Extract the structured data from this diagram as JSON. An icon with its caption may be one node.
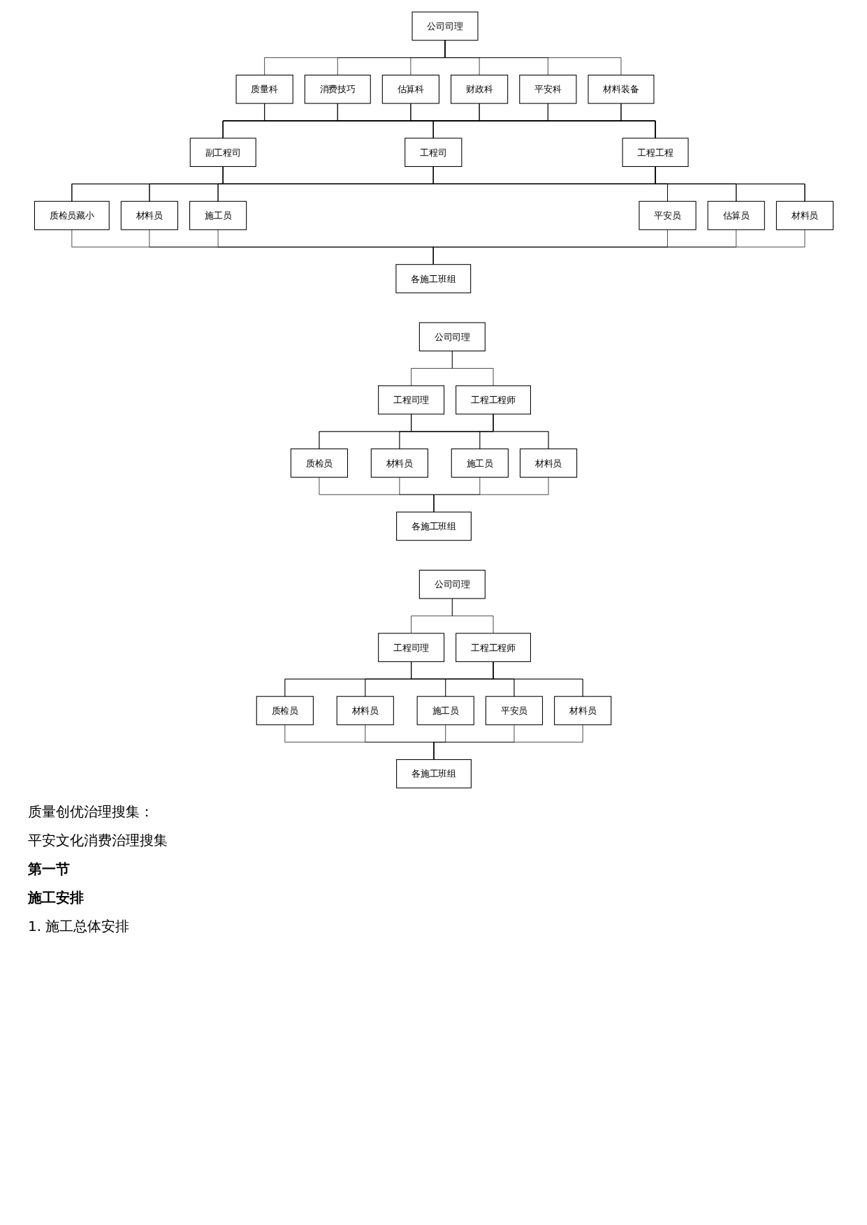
{
  "diagram": {
    "nodes": [
      {
        "text": [
          "公司司理"
        ]
      },
      {
        "text": [
          "质量科"
        ]
      },
      {
        "text": [
          "消费技巧"
        ]
      },
      {
        "text": [
          "估算科"
        ]
      },
      {
        "text": [
          "财政科"
        ]
      },
      {
        "text": [
          "平安科"
        ]
      },
      {
        "text": [
          "材料装备"
        ]
      },
      {
        "text": [
          "副工程司"
        ]
      },
      {
        "text": [
          "工程司"
        ]
      },
      {
        "text": [
          "工程工程"
        ]
      },
      {
        "text": [
          "质检员藏小"
        ]
      },
      {
        "text": [
          "材料员"
        ]
      },
      {
        "text": [
          "施工员"
        ]
      },
      {
        "text": [
          "平安员"
        ]
      },
      {
        "text": [
          "估算员"
        ]
      },
      {
        "text": [
          "材料员"
        ]
      },
      {
        "text": [
          "各施工班组"
        ]
      },
      {
        "text": [
          "公司司理"
        ]
      },
      {
        "text": [
          "工程司理"
        ]
      },
      {
        "text": [
          "工程工程师"
        ]
      },
      {
        "text": [
          "质检员"
        ]
      },
      {
        "text": [
          "材料员"
        ]
      },
      {
        "text": [
          "施工员"
        ]
      },
      {
        "text": [
          "材料员"
        ]
      },
      {
        "text": [
          "各施工班组"
        ]
      },
      {
        "text": [
          "公司司理"
        ]
      },
      {
        "text": [
          "工程司理"
        ]
      },
      {
        "text": [
          "工程工程师"
        ]
      },
      {
        "text": [
          "质检员"
        ]
      },
      {
        "text": [
          "材料员"
        ]
      },
      {
        "text": [
          "施工员"
        ]
      },
      {
        "text": [
          "平安员"
        ]
      },
      {
        "text": [
          "材料员"
        ]
      },
      {
        "text": [
          "各施工班组"
        ]
      }
    ],
    "edges": [
      {
        "from": 0,
        "to": 1,
        "arrow": "none"
      },
      {
        "from": 0,
        "to": 2,
        "arrow": "none"
      },
      {
        "from": 0,
        "to": 3,
        "arrow": "none"
      },
      {
        "from": 0,
        "to": 4,
        "arrow": "none"
      },
      {
        "from": 0,
        "to": 5,
        "arrow": "none"
      },
      {
        "from": 0,
        "to": 6,
        "arrow": "none"
      },
      {
        "from": 1,
        "to": 7,
        "arrow": "none"
      },
      {
        "from": 1,
        "to": 8,
        "arrow": "none"
      },
      {
        "from": 1,
        "to": 9,
        "arrow": "none"
      },
      {
        "from": 2,
        "to": 7,
        "arrow": "none"
      },
      {
        "from": 2,
        "to": 8,
        "arrow": "none"
      },
      {
        "from": 2,
        "to": 9,
        "arrow": "none"
      },
      {
        "from": 3,
        "to": 7,
        "arrow": "none"
      },
      {
        "from": 3,
        "to": 8,
        "arrow": "none"
      },
      {
        "from": 3,
        "to": 9,
        "arrow": "none"
      },
      {
        "from": 4,
        "to": 7,
        "arrow": "none"
      },
      {
        "from": 4,
        "to": 8,
        "arrow": "none"
      },
      {
        "from": 4,
        "to": 9,
        "arrow": "none"
      },
      {
        "from": 5,
        "to": 7,
        "arrow": "none"
      },
      {
        "from": 5,
        "to": 8,
        "arrow": "none"
      },
      {
        "from": 5,
        "to": 9,
        "arrow": "none"
      },
      {
        "from": 6,
        "to": 7,
        "arrow": "none"
      },
      {
        "from": 6,
        "to": 8,
        "arrow": "none"
      },
      {
        "from": 6,
        "to": 9,
        "arrow": "none"
      },
      {
        "from": 7,
        "to": 10,
        "arrow": "none"
      },
      {
        "from": 7,
        "to": 11,
        "arrow": "none"
      },
      {
        "from": 7,
        "to": 12,
        "arrow": "none"
      },
      {
        "from": 7,
        "to": 13,
        "arrow": "none"
      },
      {
        "from": 7,
        "to": 14,
        "arrow": "none"
      },
      {
        "from": 7,
        "to": 15,
        "arrow": "none"
      },
      {
        "from": 8,
        "to": 10,
        "arrow": "none"
      },
      {
        "from": 8,
        "to": 11,
        "arrow": "none"
      },
      {
        "from": 8,
        "to": 12,
        "arrow": "none"
      },
      {
        "from": 8,
        "to": 13,
        "arrow": "none"
      },
      {
        "from": 8,
        "to": 14,
        "arrow": "none"
      },
      {
        "from": 8,
        "to": 15,
        "arrow": "none"
      },
      {
        "from": 9,
        "to": 10,
        "arrow": "none"
      },
      {
        "from": 9,
        "to": 11,
        "arrow": "none"
      },
      {
        "from": 9,
        "to": 12,
        "arrow": "none"
      },
      {
        "from": 9,
        "to": 13,
        "arrow": "none"
      },
      {
        "from": 9,
        "to": 14,
        "arrow": "none"
      },
      {
        "from": 9,
        "to": 15,
        "arrow": "none"
      },
      {
        "from": 10,
        "to": 16,
        "arrow": "none"
      },
      {
        "from": 11,
        "to": 16,
        "arrow": "none"
      },
      {
        "from": 12,
        "to": 16,
        "arrow": "none"
      },
      {
        "from": 13,
        "to": 16,
        "arrow": "none"
      },
      {
        "from": 14,
        "to": 16,
        "arrow": "none"
      },
      {
        "from": 15,
        "to": 16,
        "arrow": "none"
      },
      {
        "from": 17,
        "to": 18,
        "arrow": "none"
      },
      {
        "from": 17,
        "to": 19,
        "arrow": "none"
      },
      {
        "from": 18,
        "to": 20,
        "arrow": "none"
      },
      {
        "from": 18,
        "to": 21,
        "arrow": "none"
      },
      {
        "from": 18,
        "to": 22,
        "arrow": "none"
      },
      {
        "from": 18,
        "to": 23,
        "arrow": "none"
      },
      {
        "from": 19,
        "to": 20,
        "arrow": "none"
      },
      {
        "from": 19,
        "to": 21,
        "arrow": "none"
      },
      {
        "from": 19,
        "to": 22,
        "arrow": "none"
      },
      {
        "from": 19,
        "to": 23,
        "arrow": "none"
      },
      {
        "from": 20,
        "to": 24,
        "arrow": "none"
      },
      {
        "from": 21,
        "to": 24,
        "arrow": "none"
      },
      {
        "from": 22,
        "to": 24,
        "arrow": "none"
      },
      {
        "from": 23,
        "to": 24,
        "arrow": "none"
      },
      {
        "from": 25,
        "to": 26,
        "arrow": "none"
      },
      {
        "from": 25,
        "to": 27,
        "arrow": "none"
      },
      {
        "from": 26,
        "to": 28,
        "arrow": "none"
      },
      {
        "from": 26,
        "to": 29,
        "arrow": "none"
      },
      {
        "from": 26,
        "to": 30,
        "arrow": "none"
      },
      {
        "from": 26,
        "to": 31,
        "arrow": "none"
      },
      {
        "from": 26,
        "to": 32,
        "arrow": "none"
      },
      {
        "from": 27,
        "to": 28,
        "arrow": "none"
      },
      {
        "from": 27,
        "to": 29,
        "arrow": "none"
      },
      {
        "from": 27,
        "to": 30,
        "arrow": "none"
      },
      {
        "from": 27,
        "to": 31,
        "arrow": "none"
      },
      {
        "from": 27,
        "to": 32,
        "arrow": "none"
      },
      {
        "from": 28,
        "to": 33,
        "arrow": "none"
      },
      {
        "from": 29,
        "to": 33,
        "arrow": "none"
      },
      {
        "from": 30,
        "to": 33,
        "arrow": "none"
      },
      {
        "from": 31,
        "to": 33,
        "arrow": "none"
      },
      {
        "from": 32,
        "to": 33,
        "arrow": "none"
      }
    ],
    "labels": [
      "质量创优治理搜集：",
      "平安文化消费治理搜集",
      "第一节",
      "施工安排",
      "1. 施工总体安排"
    ]
  }
}
